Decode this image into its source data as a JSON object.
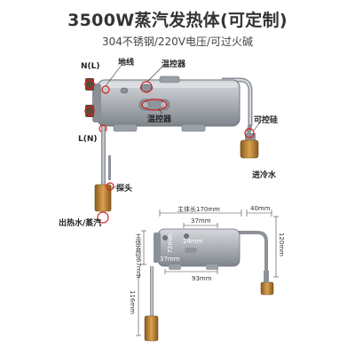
{
  "header": {
    "title": "3500W蒸汽发热体(可定制)",
    "subtitle": "304不锈钢/220V电压/可过火碱"
  },
  "labels": {
    "n_l": "N(L)",
    "ground": "地线",
    "thermostat_top": "温控器",
    "thermostat_mid": "温控器",
    "l_n": "L(N)",
    "temp_fuse": "可控硅",
    "cold_water_in": "进冷水",
    "probe": "探头",
    "hot_water_out": "出热水/蒸汽"
  },
  "dimensions": {
    "body_length": "主体长170mm",
    "d_40": "40mm",
    "d_37_top": "37mm",
    "d_24": "24mm",
    "d_72": "72mm",
    "d_37_side": "37mm",
    "d_93": "93mm",
    "body_diameter": "主体直径67mm",
    "d_120": "120mm",
    "d_116": "116mm"
  },
  "colors": {
    "steel": "#a9aeb4",
    "steel_dark": "#7b8088",
    "brass": "#c08a3e",
    "red_marker": "#d11f1f",
    "dim_line": "#444444"
  }
}
